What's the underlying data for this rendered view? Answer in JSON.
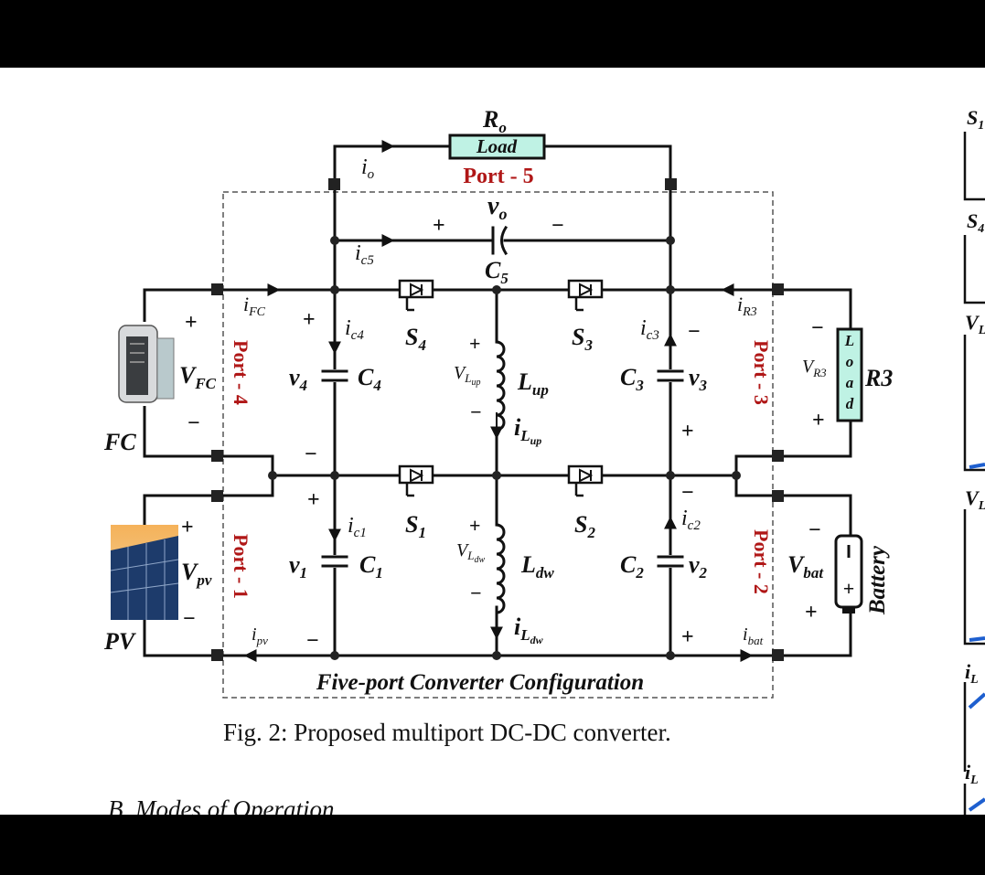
{
  "diagram": {
    "load_top": {
      "name": "R",
      "sub": "o",
      "box_label": "Load",
      "port": "Port - 5"
    },
    "vo": {
      "name": "v",
      "sub": "o"
    },
    "c5": {
      "name": "C",
      "sub": "5"
    },
    "io": {
      "name": "i",
      "sub": "o"
    },
    "ic5": {
      "name": "i",
      "sub": "c5"
    },
    "ifc": {
      "name": "i",
      "sub": "FC"
    },
    "ir3": {
      "name": "i",
      "sub": "R3"
    },
    "ic4": {
      "name": "i",
      "sub": "c4"
    },
    "ic3": {
      "name": "i",
      "sub": "c3"
    },
    "ic1": {
      "name": "i",
      "sub": "c1"
    },
    "ic2": {
      "name": "i",
      "sub": "c2"
    },
    "ipv": {
      "name": "i",
      "sub": "pv"
    },
    "ibat": {
      "name": "i",
      "sub": "bat"
    },
    "s4": {
      "name": "S",
      "sub": "4"
    },
    "s3": {
      "name": "S",
      "sub": "3"
    },
    "s1": {
      "name": "S",
      "sub": "1"
    },
    "s2": {
      "name": "S",
      "sub": "2"
    },
    "v4": {
      "name": "v",
      "sub": "4"
    },
    "c4": {
      "name": "C",
      "sub": "4"
    },
    "c3": {
      "name": "C",
      "sub": "3"
    },
    "v3": {
      "name": "v",
      "sub": "3"
    },
    "v1": {
      "name": "v",
      "sub": "1"
    },
    "c1": {
      "name": "C",
      "sub": "1"
    },
    "c2": {
      "name": "C",
      "sub": "2"
    },
    "v2": {
      "name": "v",
      "sub": "2"
    },
    "lup": {
      "name": "L",
      "sub": "up"
    },
    "vlup": {
      "name": "V",
      "sub": "L",
      "subsub": "up"
    },
    "ilup": {
      "name": "i",
      "sub": "L",
      "subsub": "up"
    },
    "ldw": {
      "name": "L",
      "sub": "dw"
    },
    "vldw": {
      "name": "V",
      "sub": "L",
      "subsub": "dw"
    },
    "ildw": {
      "name": "i",
      "sub": "L",
      "subsub": "dw"
    },
    "vfc": {
      "name": "V",
      "sub": "FC"
    },
    "vpv": {
      "name": "V",
      "sub": "pv"
    },
    "vbat": {
      "name": "V",
      "sub": "bat"
    },
    "vr3": {
      "name": "V",
      "sub": "R3"
    },
    "r3": "R3",
    "load_right": [
      "L",
      "o",
      "a",
      "d"
    ],
    "fc_label": "FC",
    "pv_label": "PV",
    "battery_label": "Battery",
    "port4": "Port - 4",
    "port3": "Port - 3",
    "port1": "Port - 1",
    "port2": "Port - 2",
    "config_label": "Five-port Converter Configuration",
    "plus": "+",
    "minus": "−"
  },
  "caption": "Fig. 2: Proposed multiport DC-DC converter.",
  "section_heading": "B. Modes of Operation",
  "side_waveforms": [
    {
      "name": "S",
      "sub": "1"
    },
    {
      "name": "S",
      "sub": "4"
    },
    {
      "name": "V",
      "sub": "L"
    },
    {
      "name": "V",
      "sub": "L"
    },
    {
      "name": "i",
      "sub": "L"
    },
    {
      "name": "i",
      "sub": "L"
    }
  ],
  "colors": {
    "port_red": "#b01717",
    "load_fill": "#bff2e4",
    "waveform_blue": "#1e5fcf"
  }
}
